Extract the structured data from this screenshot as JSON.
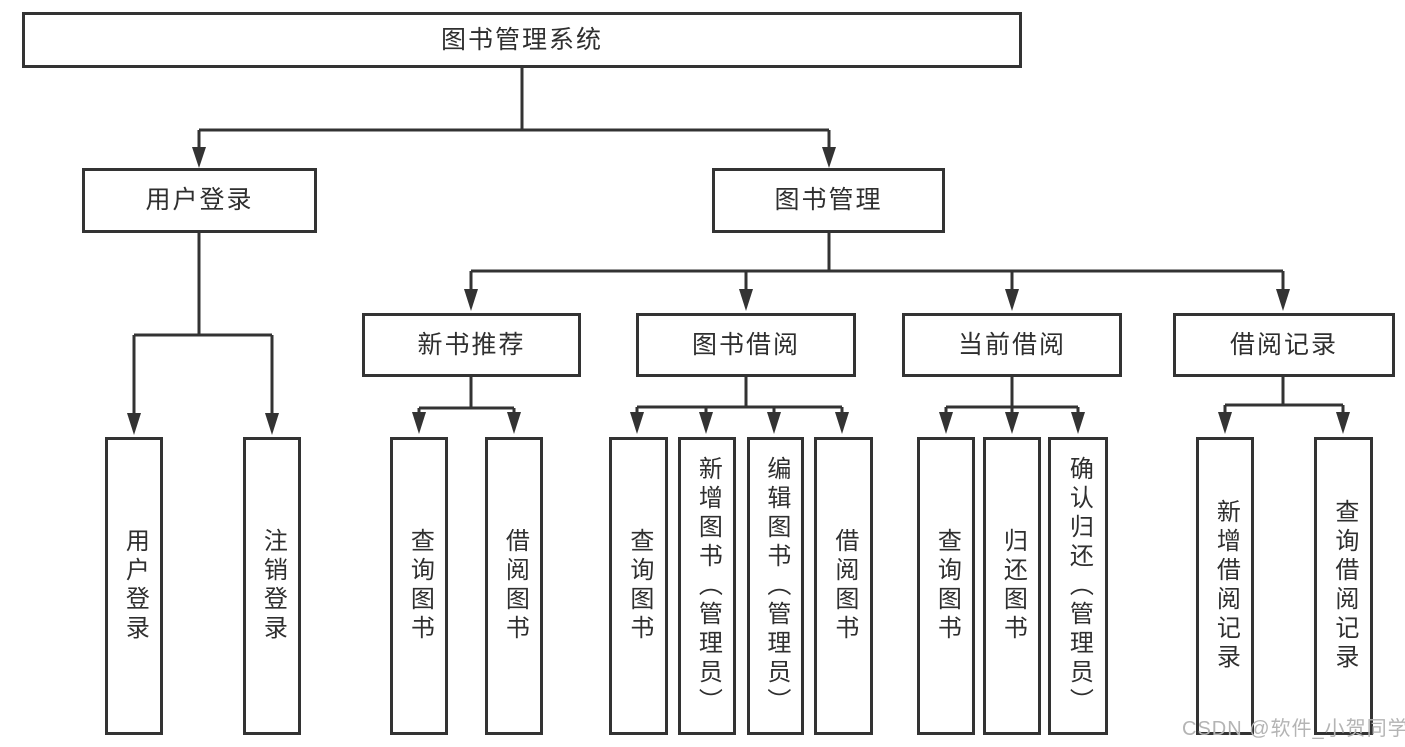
{
  "diagram": {
    "root": {
      "label": "图书管理系统"
    },
    "branches": [
      {
        "label": "用户登录",
        "children": [
          {
            "label": "用户登录"
          },
          {
            "label": "注销登录"
          }
        ]
      },
      {
        "label": "图书管理",
        "children": [
          {
            "label": "新书推荐",
            "children": [
              {
                "label": "查询图书"
              },
              {
                "label": "借阅图书"
              }
            ]
          },
          {
            "label": "图书借阅",
            "children": [
              {
                "label": "查询图书"
              },
              {
                "label": "新增图书（管理员）"
              },
              {
                "label": "编辑图书（管理员）"
              },
              {
                "label": "借阅图书"
              }
            ]
          },
          {
            "label": "当前借阅",
            "children": [
              {
                "label": "查询图书"
              },
              {
                "label": "归还图书"
              },
              {
                "label": "确认归还（管理员）"
              }
            ]
          },
          {
            "label": "借阅记录",
            "children": [
              {
                "label": "新增借阅记录"
              },
              {
                "label": "查询借阅记录"
              }
            ]
          }
        ]
      }
    ]
  },
  "watermark": {
    "text": "CSDN @软件_小贺同学"
  },
  "colors": {
    "line": "#333333",
    "box_border": "#333333",
    "text": "#2f2f2f",
    "watermark": "#b4b4b4",
    "background": "#ffffff"
  }
}
